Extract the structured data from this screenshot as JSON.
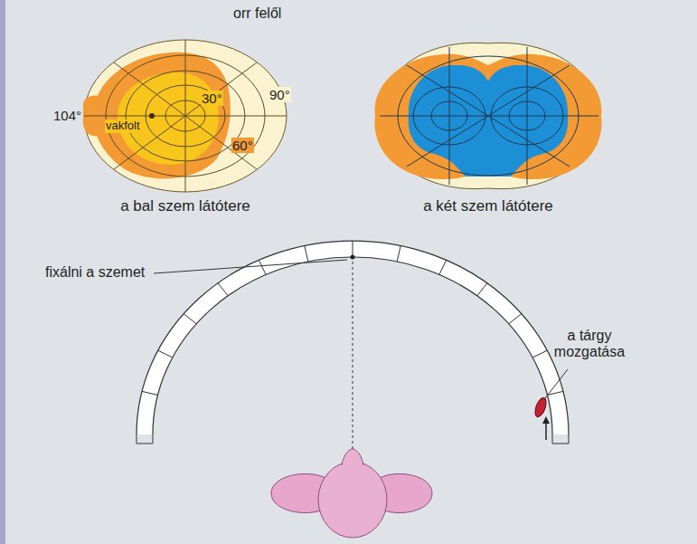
{
  "diagram": {
    "labels": [
      "orr felől",
      "104°",
      "vakfolt",
      "30°",
      "90°",
      "60°",
      "a bal szem látótere",
      "a két szem látótere",
      "fixálni a szemet",
      "a tárgy mozgatása"
    ]
  }
}
